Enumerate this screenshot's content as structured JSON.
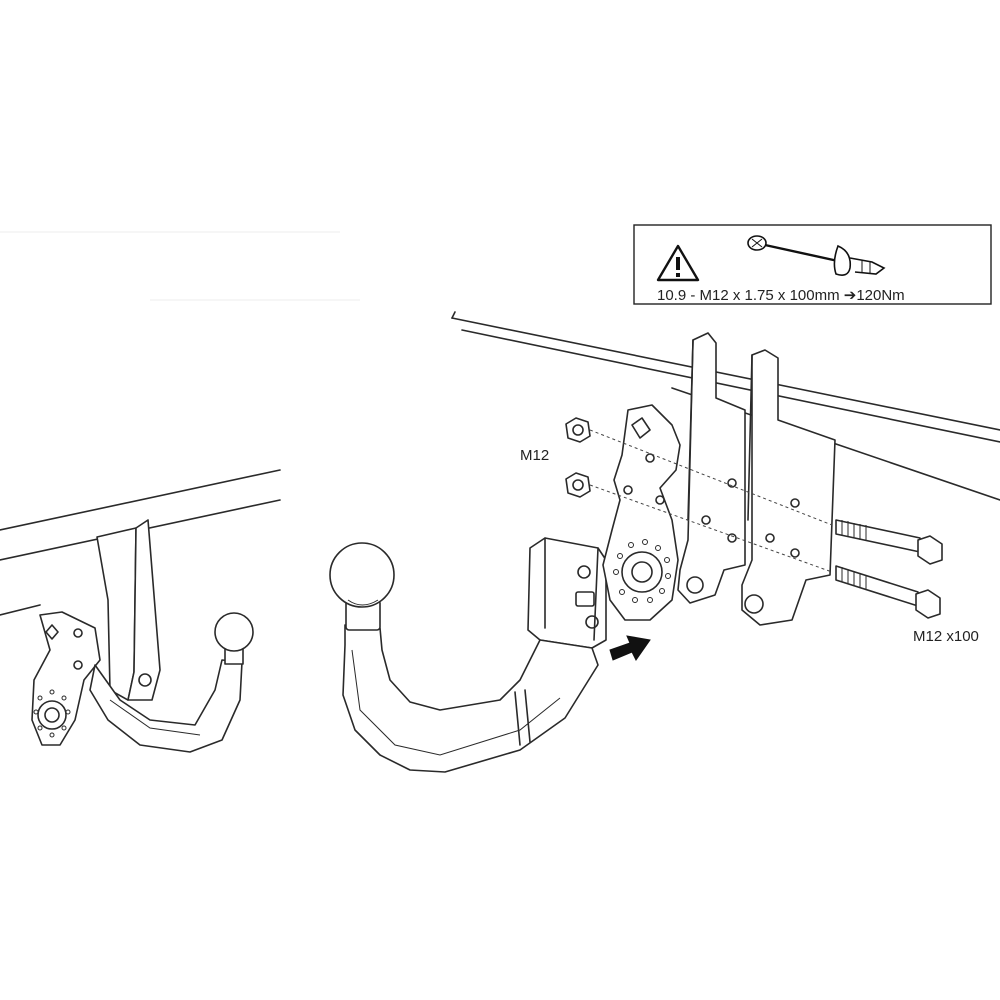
{
  "warning_box": {
    "spec_text": "10.9 - M12 x 1.75 x 100mm ➔120Nm"
  },
  "labels": {
    "nut_label": "M12",
    "bolt_label": "M12 x100"
  },
  "icons": {
    "warning": "warning-triangle-icon",
    "torque": "torque-wrench-icon",
    "arrow": "direction-arrow-icon"
  }
}
